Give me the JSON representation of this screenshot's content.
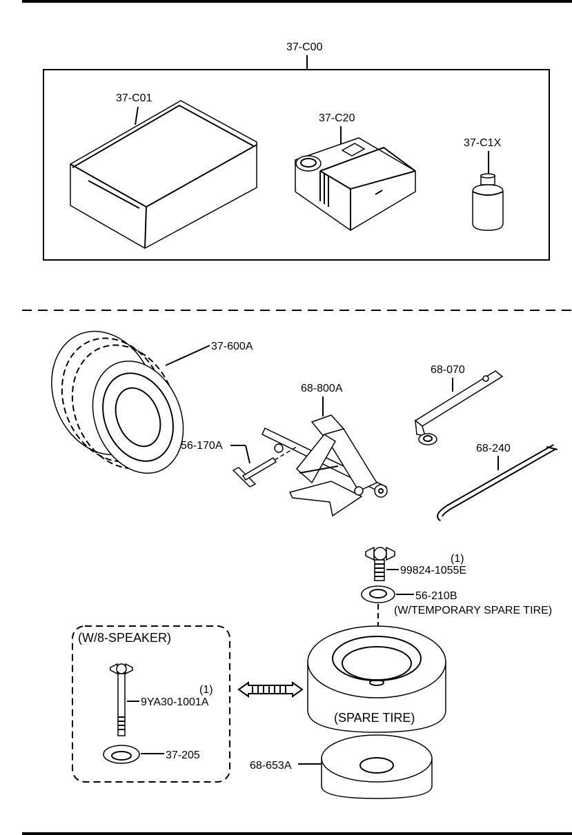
{
  "kit": {
    "assembly_label": "37-C00",
    "case_label": "37-C01",
    "compressor_label": "37-C20",
    "sealant_label": "37-C1X"
  },
  "tools": {
    "tire_label": "37-600A",
    "jack_label": "68-800A",
    "jack_handle_pin_label": "56-170A",
    "lug_wrench_label": "68-070",
    "jack_lever_label": "68-240"
  },
  "spare_mount": {
    "bolt_label": "99824-1055E",
    "bolt_qty": "(1)",
    "washer_label": "56-210B",
    "washer_note": "(W/TEMPORARY SPARE TIRE)",
    "spare_tire_label": "(SPARE TIRE)",
    "pad_label": "68-653A"
  },
  "speaker_option": {
    "title": "(W/8-SPEAKER)",
    "bolt_label": "9YA30-1001A",
    "bolt_qty": "(1)",
    "washer_label": "37-205"
  }
}
